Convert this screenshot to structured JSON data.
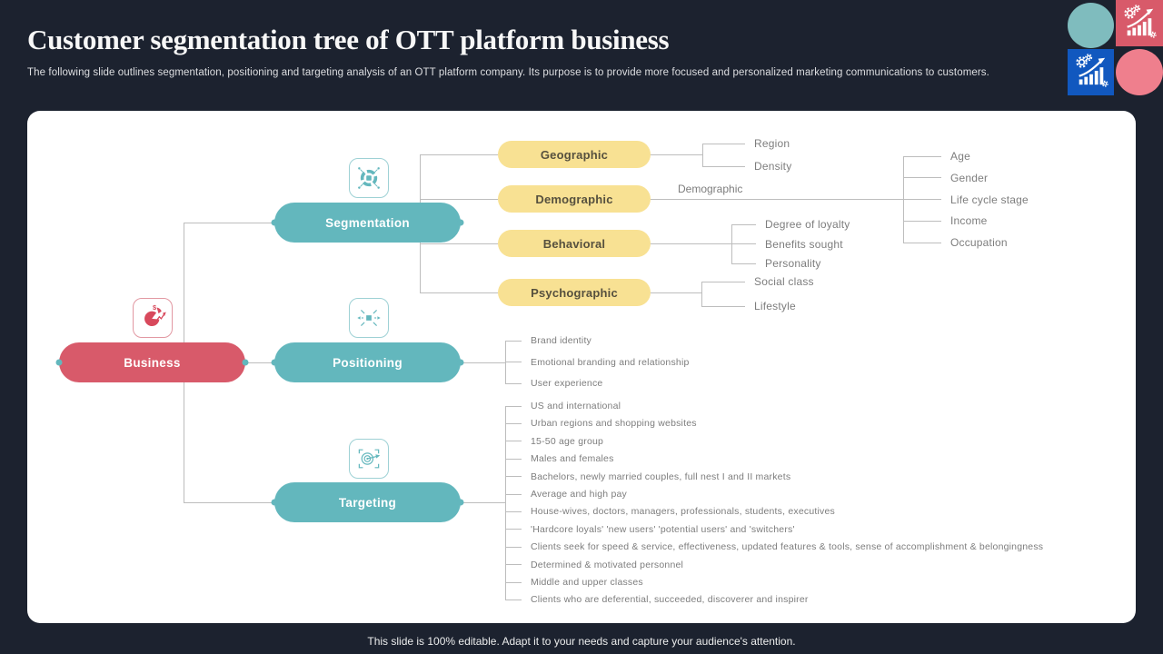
{
  "slide": {
    "title": "Customer segmentation tree of OTT platform business",
    "subtitle": "The following slide outlines segmentation, positioning and targeting analysis of an OTT platform company. Its purpose is to provide more focused and personalized marketing communications to customers.",
    "footer": "This slide is 100% editable. Adapt it to your needs and capture your audience's attention."
  },
  "icons": {
    "business": "pie-chart-dollar-icon",
    "segmentation": "segmented-circle-icon",
    "positioning": "center-burst-icon",
    "targeting": "bullseye-arrow-icon",
    "decor_squares": "growth-chart-gears-icon"
  },
  "colors": {
    "background": "#1c222f",
    "panel": "#ffffff",
    "red": "#d85a6a",
    "red-dark": "#d8495c",
    "teal": "#63b7bd",
    "teal-decor": "#7fbcbe",
    "yellow": "#f8e193",
    "yellow-text": "#56503e",
    "blue": "#1158bf",
    "pink": "#ef7f8d",
    "line": "#bdbdbd",
    "leaf": "#7d7d7d"
  },
  "tree": {
    "root": {
      "label": "Business"
    },
    "branches": [
      {
        "label": "Segmentation",
        "children": [
          {
            "label": "Geographic",
            "items": [
              "Region",
              "Density"
            ]
          },
          {
            "label": "Demographic",
            "connector_label": "Demographic",
            "items": [
              "Age",
              "Gender",
              "Life cycle stage",
              "Income",
              "Occupation"
            ]
          },
          {
            "label": "Behavioral",
            "items": [
              "Degree of loyalty",
              "Benefits sought",
              "Personality"
            ]
          },
          {
            "label": "Psychographic",
            "items": [
              "Social class",
              "Lifestyle"
            ]
          }
        ]
      },
      {
        "label": "Positioning",
        "items": [
          "Brand identity",
          "Emotional branding and relationship",
          "User experience"
        ]
      },
      {
        "label": "Targeting",
        "items": [
          "US and international",
          "Urban regions and shopping websites",
          "15-50 age group",
          "Males and females",
          "Bachelors, newly married couples, full nest I and II markets",
          "Average and high pay",
          "House-wives, doctors, managers, professionals, students, executives",
          "'Hardcore loyals' 'new users' 'potential users' and 'switchers'",
          "Clients seek for speed & service, effectiveness, updated features & tools, sense of accomplishment & belongingness",
          "Determined & motivated personnel",
          "Middle and upper classes",
          "Clients who are deferential, succeeded, discoverer and inspirer"
        ]
      }
    ]
  }
}
